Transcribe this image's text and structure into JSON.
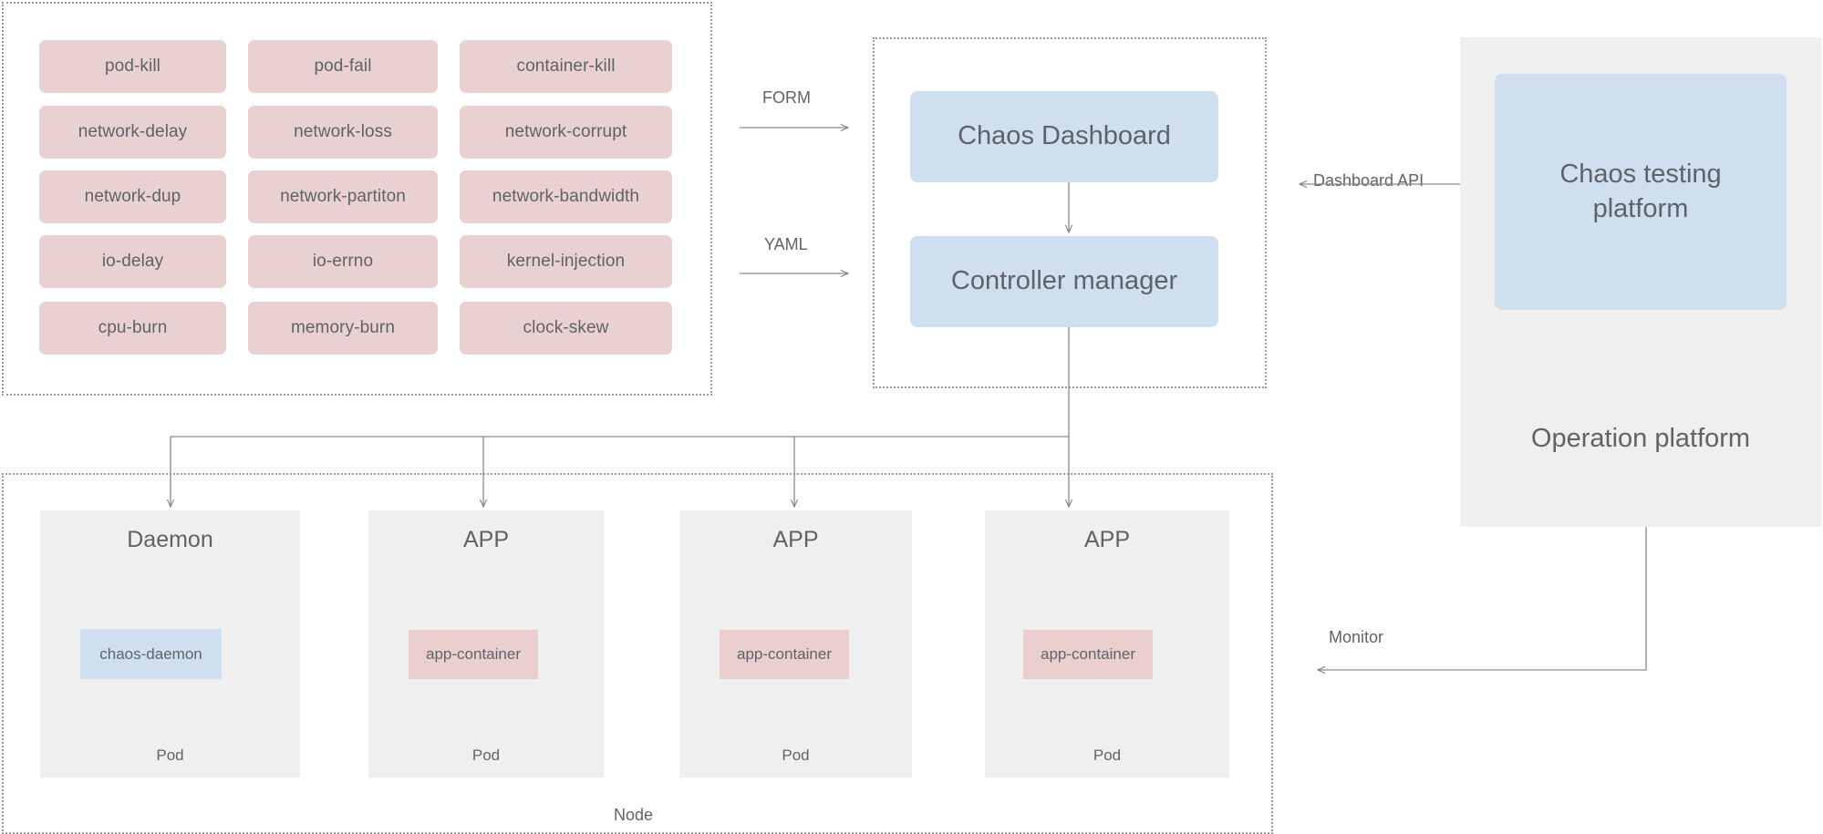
{
  "diagram": {
    "title": "Chaos Mesh Architecture",
    "colors": {
      "pink": "#ead1d1",
      "blue": "#cfdff0",
      "grey_panel": "#efefed",
      "pod_grey": "#efefef",
      "text": "#5f6368",
      "wire": "#7a7a7a",
      "dashed_border": "#9a9a9a"
    }
  },
  "fault_group": {
    "name": "fault-types-group",
    "cards": [
      {
        "label": "pod-kill"
      },
      {
        "label": "pod-fail"
      },
      {
        "label": "container-kill"
      },
      {
        "label": "network-delay"
      },
      {
        "label": "network-loss"
      },
      {
        "label": "network-corrupt"
      },
      {
        "label": "network-dup"
      },
      {
        "label": "network-partiton"
      },
      {
        "label": "network-bandwidth"
      },
      {
        "label": "io-delay"
      },
      {
        "label": "io-errno"
      },
      {
        "label": "kernel-injection"
      },
      {
        "label": "cpu-burn"
      },
      {
        "label": "memory-burn"
      },
      {
        "label": "clock-skew"
      }
    ]
  },
  "connectors": {
    "form_label": "FORM",
    "yaml_label": "YAML",
    "dashboard_api_label": "Dashboard API",
    "monitor_label": "Monitor"
  },
  "control_plane": {
    "name": "control-plane-group",
    "dashboard_label": "Chaos Dashboard",
    "controller_label": "Controller manager"
  },
  "operation_platform": {
    "inner_label": "Chaos testing platform",
    "caption": "Operation platform"
  },
  "node": {
    "caption": "Node",
    "pods": [
      {
        "title": "Daemon",
        "container": "chaos-daemon",
        "container_kind": "blue",
        "footer": "Pod"
      },
      {
        "title": "APP",
        "container": "app-container",
        "container_kind": "pink",
        "footer": "Pod"
      },
      {
        "title": "APP",
        "container": "app-container",
        "container_kind": "pink",
        "footer": "Pod"
      },
      {
        "title": "APP",
        "container": "app-container",
        "container_kind": "pink",
        "footer": "Pod"
      }
    ]
  }
}
